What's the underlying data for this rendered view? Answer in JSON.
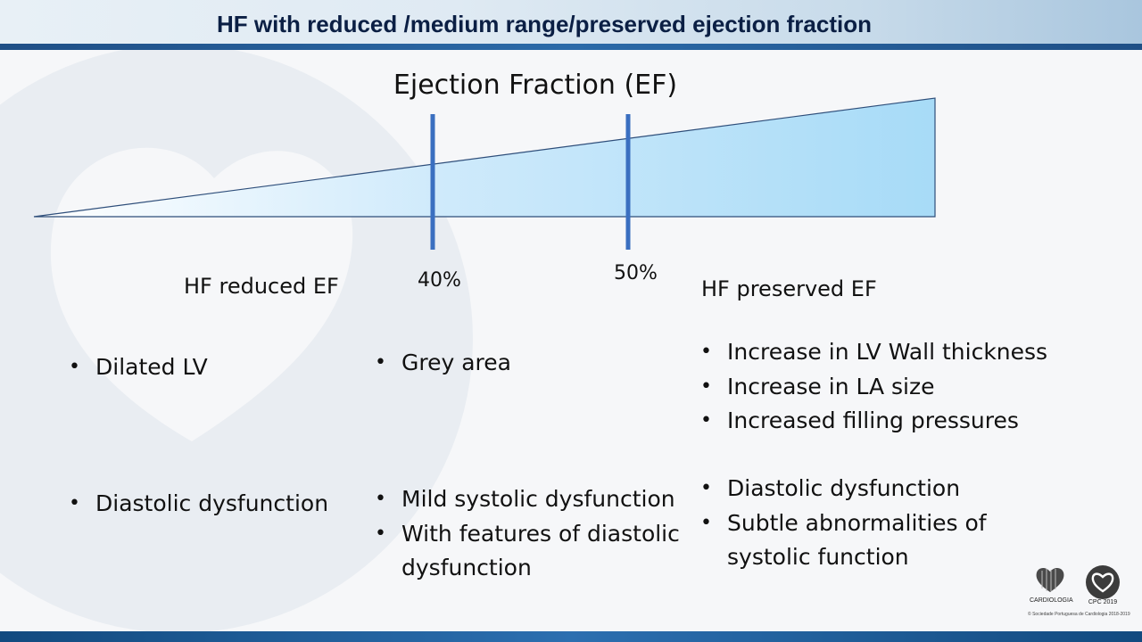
{
  "header": {
    "title": "HF with reduced /medium range/preserved ejection fraction"
  },
  "diagram": {
    "title": "Ejection Fraction (EF)",
    "markers": [
      {
        "value_label": "40%"
      },
      {
        "value_label": "50%"
      }
    ],
    "labels": {
      "reduced": "HF reduced EF",
      "preserved": "HF preserved EF"
    }
  },
  "columns": {
    "reduced": {
      "group1": [
        "Dilated LV"
      ],
      "group2": [
        "Diastolic dysfunction"
      ]
    },
    "middle": {
      "group1": [
        "Grey area"
      ],
      "group2": [
        "Mild systolic dysfunction",
        "With features of diastolic dysfunction"
      ]
    },
    "preserved": {
      "group1": [
        "Increase in LV Wall thickness",
        "Increase in LA size",
        "Increased filling pressures"
      ],
      "group2": [
        "Diastolic dysfunction",
        "Subtle abnormalities of systolic function"
      ]
    }
  },
  "logos": {
    "spc_name": "CARDIOLOGIA",
    "cpc_name": "CPC 2019",
    "footer": "© Sociedade Portuguesa de Cardiologia 2018-2019"
  },
  "colors": {
    "header_bar": "#2b6aa8",
    "triangle_fill_light": "#e6f4fd",
    "triangle_fill_dark": "#a9dcf8",
    "marker": "#3a6fc0"
  }
}
